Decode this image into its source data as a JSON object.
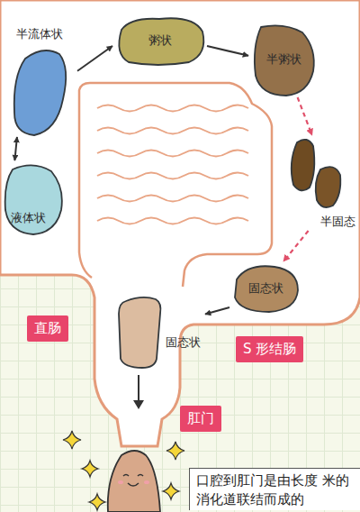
{
  "diagram": {
    "caption": "口腔到肛门是由长度 米的消化道联结而成的",
    "nodes": [
      {
        "text": [
          "半流体状"
        ]
      },
      {
        "text": [
          "粥状"
        ]
      },
      {
        "text": [
          "半粥状"
        ]
      },
      {
        "text": [
          "液体状"
        ]
      },
      {
        "text": [
          "半固态"
        ]
      },
      {
        "text": [
          "固态状"
        ]
      },
      {
        "text": [
          "直肠"
        ]
      },
      {
        "text": [
          "固态状"
        ]
      },
      {
        "text": [
          "S 形结肠"
        ]
      },
      {
        "text": [
          "肛门"
        ]
      }
    ],
    "edges": [
      {
        "from": 3,
        "to": 0,
        "arrow": "both"
      },
      {
        "from": 0,
        "to": 1,
        "arrow": "to"
      },
      {
        "from": 1,
        "to": 2,
        "arrow": "to"
      },
      {
        "from": 2,
        "to": 4,
        "arrow": "to"
      },
      {
        "from": 4,
        "to": 5,
        "arrow": "to"
      },
      {
        "from": 5,
        "to": 7,
        "arrow": "to"
      }
    ]
  }
}
